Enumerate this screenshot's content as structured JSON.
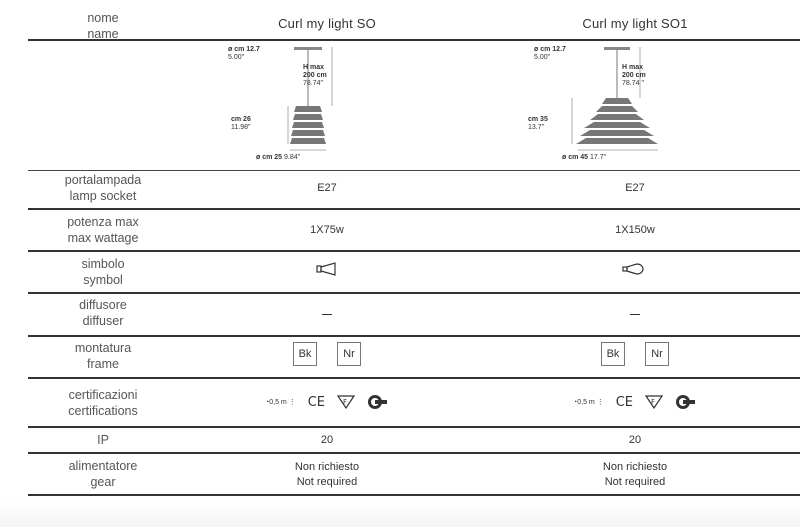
{
  "header": {
    "label_it": "nome",
    "label_en": "name",
    "product1": "Curl my light SO",
    "product2": "Curl my light SO1"
  },
  "diagrams": {
    "p1": {
      "diam_top": "ø cm 12.7",
      "diam_top_in": "5.00\"",
      "hmax": "H max",
      "hmax_cm": "200 cm",
      "hmax_in": "78.74\"",
      "h": "cm 26",
      "h_in": "11.98\"",
      "diam_bottom": "ø cm 25",
      "diam_bottom_in": "9.84\""
    },
    "p2": {
      "diam_top": "ø cm 12.7",
      "diam_top_in": "5.00\"",
      "hmax": "H max",
      "hmax_cm": "200 cm",
      "hmax_in": "78.74 \"",
      "h": "cm 35",
      "h_in": "13.7\"",
      "diam_bottom": "ø cm 45",
      "diam_bottom_in": "17.7\""
    }
  },
  "rows": {
    "socket": {
      "it": "portalampada",
      "en": "lamp socket",
      "v1": "E27",
      "v2": "E27"
    },
    "wattage": {
      "it": "potenza max",
      "en": "max wattage",
      "v1": "1X75w",
      "v2": "1X150w"
    },
    "symbol": {
      "it": "simbolo",
      "en": "symbol",
      "icon1": "reflector-bulb-icon",
      "icon2": "bulb-icon"
    },
    "diffuser": {
      "it": "diffusore",
      "en": "diffuser"
    },
    "frame": {
      "it": "montatura",
      "en": "frame",
      "opt1": "Bk",
      "opt2": "Nr"
    },
    "cert": {
      "it": "certificazioni",
      "en": "certifications",
      "distance": "0,5 m",
      "ce": "CE"
    },
    "ip": {
      "label": "IP",
      "v1": "20",
      "v2": "20"
    },
    "gear": {
      "it": "alimentatore",
      "en": "gear",
      "v1_it": "Non richiesto",
      "v1_en": "Not required",
      "v2_it": "Non richiesto",
      "v2_en": "Not required"
    }
  }
}
